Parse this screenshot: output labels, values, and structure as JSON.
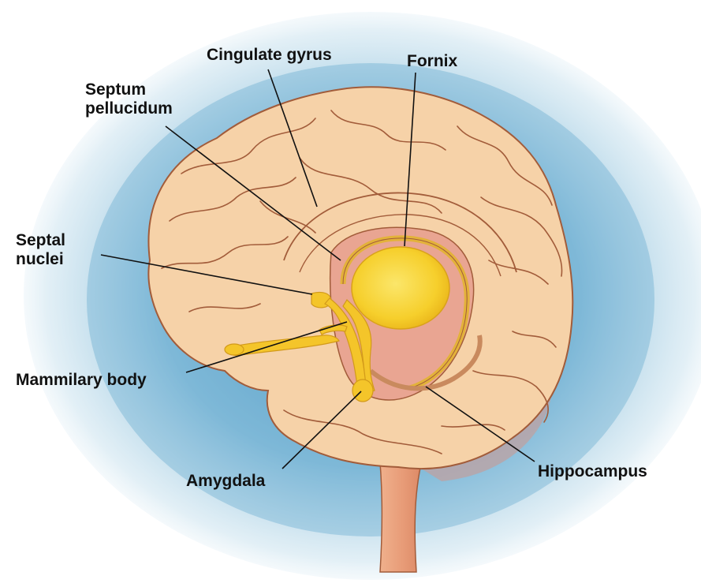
{
  "diagram": {
    "labels": {
      "cingulate_gyrus": "Cingulate gyrus",
      "fornix": "Fornix",
      "septum_pellucidum_line1": "Septum",
      "septum_pellucidum_line2": "pellucidum",
      "septal_nuclei_line1": "Septal",
      "septal_nuclei_line2": "nuclei",
      "mammilary_body": "Mammilary body",
      "amygdala": "Amygdala",
      "hippocampus": "Hippocampus"
    },
    "colors": {
      "background_wash": "#8fc3dc",
      "brain_tissue": "#f6d2a8",
      "sulcus_lines": "#a25c3a",
      "limbic_yellow": "#f4c52a",
      "thalamus_yellow": "#f7d23a",
      "pink_region": "#e9a592",
      "brainstem": "#e89c78",
      "cerebellum_shadow": "#b9a4a8",
      "leader_lines": "#111111"
    }
  }
}
